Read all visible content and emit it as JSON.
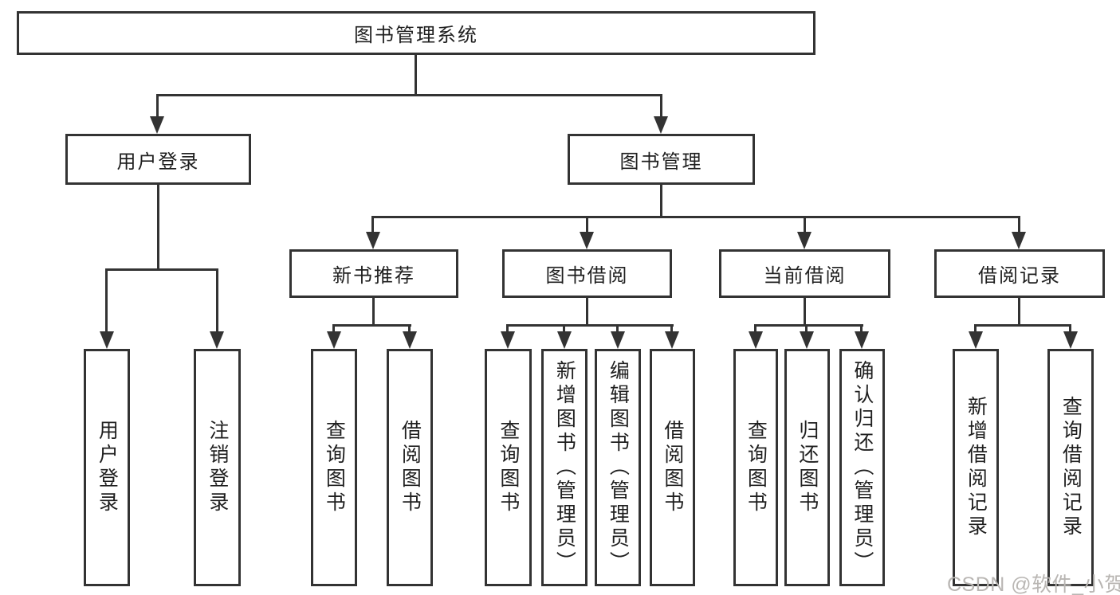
{
  "nodes": {
    "root": "图书管理系统",
    "l2": [
      "用户登录",
      "图书管理"
    ],
    "l3": [
      "新书推荐",
      "图书借阅",
      "当前借阅",
      "借阅记录"
    ],
    "leaves_user_login": [
      "用户登录",
      "注销登录"
    ],
    "leaves_new_book": [
      "查询图书",
      "借阅图书"
    ],
    "leaves_book_borrow": [
      "查询图书",
      "新增图书（管理员）",
      "编辑图书（管理员）",
      "借阅图书"
    ],
    "leaves_current_borrow": [
      "查询图书",
      "归还图书",
      "确认归还（管理员）"
    ],
    "leaves_borrow_record": [
      "新增借阅记录",
      "查询借阅记录"
    ]
  },
  "watermark": {
    "text": "CSDN @软件_小贺同学"
  },
  "colors": {
    "line": "#333333",
    "box_border": "#333333",
    "box_fill": "#ffffff",
    "text": "#1f1f1f",
    "watermark": "#b9b6b3",
    "background": "#ffffff"
  }
}
